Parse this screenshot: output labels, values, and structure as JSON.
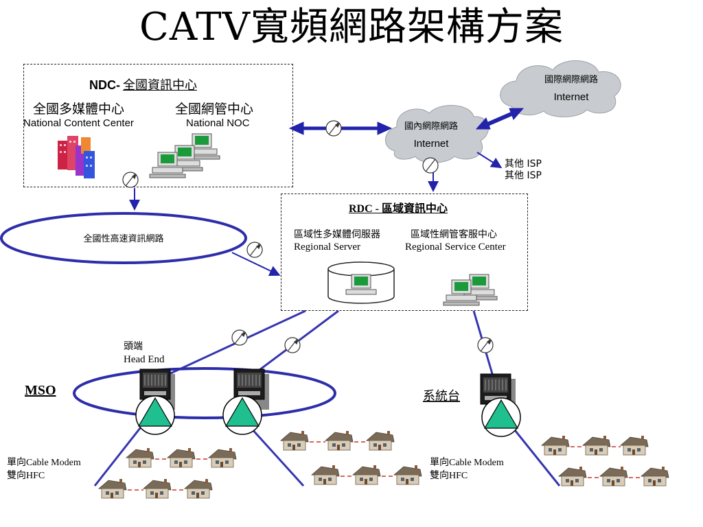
{
  "title": "CATV寬頻網路架構方案",
  "ndc": {
    "heading_en": "NDC-",
    "heading_zh": "全國資訊中心",
    "content_center_zh": "全國多媒體中心",
    "content_center_en": "National Content Center",
    "noc_zh": "全國網管中心",
    "noc_en": "National NOC"
  },
  "clouds": {
    "international_zh": "國際網際網路",
    "international_en": "Internet",
    "domestic_zh": "國內網際網路",
    "domestic_en": "Internet"
  },
  "other_isp": [
    "其他 ISP",
    "其他 ISP"
  ],
  "rdc": {
    "heading": "RDC - 區域資訊中心",
    "server_zh": "區域性多媒體伺服器",
    "server_en": "Regional Server",
    "service_zh": "區域性網管客服中心",
    "service_en": "Regional Service Center"
  },
  "backbone_label": "全國性高速資訊網路",
  "head_end_zh": "頭端",
  "head_end_en": "Head End",
  "mso_label": "MSO",
  "system_label": "系統台",
  "left_modem": [
    "單向Cable Modem",
    "雙向HFC"
  ],
  "right_modem": [
    "單向Cable Modem",
    "雙向HFC"
  ],
  "colors": {
    "link": "#2222aa",
    "cloud": "#c8ccd0",
    "node_fill": "#1fbf8f",
    "house_roof": "#7a6a58",
    "connector_red": "#cc3322"
  }
}
